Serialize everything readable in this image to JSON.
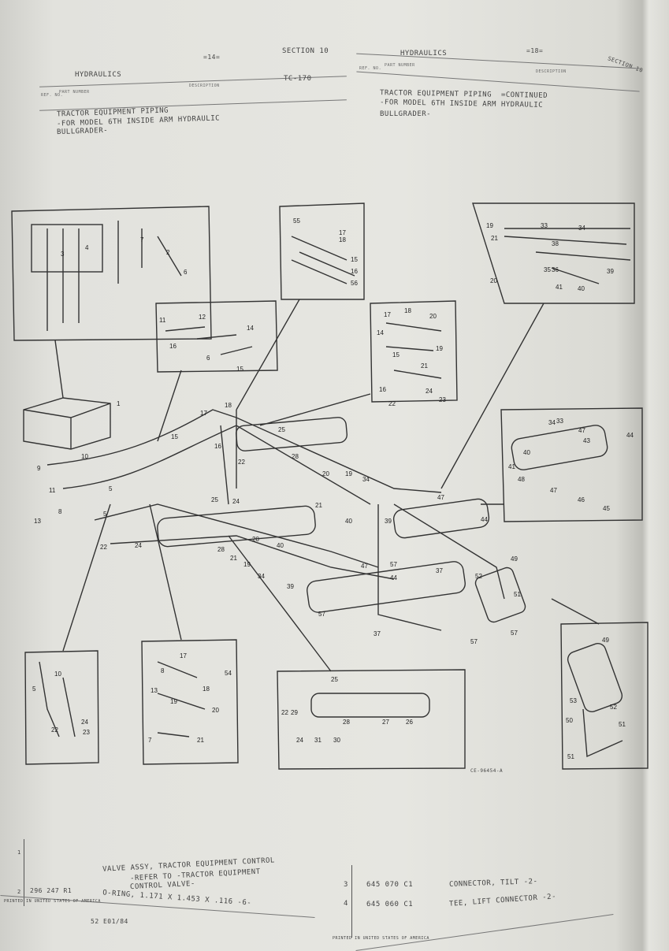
{
  "left_header": {
    "page_marker": "=14=",
    "section": "SECTION 10",
    "title": "HYDRAULICS",
    "col_ref": "REF. NO.",
    "col_part": "PART NUMBER",
    "col_desc": "DESCRIPTION",
    "group_code": "TC-170",
    "heading_lines": [
      "TRACTOR EQUIPMENT PIPING",
      "-FOR MODEL 6TH INSIDE ARM HYDRAULIC",
      "BULLGRADER-"
    ]
  },
  "right_header": {
    "page_marker": "=18=",
    "section": "SECTION 10",
    "title": "HYDRAULICS",
    "col_ref": "REF. NO.",
    "col_part": "PART NUMBER",
    "col_desc": "DESCRIPTION",
    "heading_lines": [
      "TRACTOR EQUIPMENT PIPING  =CONTINUED",
      "-FOR MODEL 6TH INSIDE ARM HYDRAULIC",
      "BULLGRADER-"
    ]
  },
  "diagram": {
    "figure_code": "CE-96454-A",
    "callouts": [
      "55",
      "17",
      "18",
      "15",
      "16",
      "56",
      "19",
      "33",
      "34",
      "21",
      "38",
      "36",
      "35",
      "20",
      "39",
      "41",
      "40",
      "11",
      "12",
      "14",
      "16",
      "6",
      "15",
      "17",
      "18",
      "20",
      "14",
      "19",
      "15",
      "21",
      "16",
      "22",
      "24",
      "23",
      "1",
      "10",
      "9",
      "11",
      "8",
      "13",
      "5",
      "3",
      "4",
      "7",
      "6",
      "2",
      "17",
      "18",
      "15",
      "16",
      "22",
      "25",
      "28",
      "24",
      "20",
      "19",
      "34",
      "21",
      "40",
      "39",
      "47",
      "44",
      "57",
      "37",
      "25",
      "28",
      "20",
      "21",
      "19",
      "34",
      "40",
      "47",
      "39",
      "44",
      "57",
      "37",
      "22",
      "24",
      "5",
      "57",
      "49",
      "51",
      "52",
      "57",
      "34",
      "33",
      "47",
      "43",
      "44",
      "40",
      "41",
      "48",
      "47",
      "46",
      "45",
      "10",
      "5",
      "22",
      "24",
      "23",
      "17",
      "8",
      "54",
      "13",
      "18",
      "19",
      "20",
      "7",
      "21",
      "25",
      "22",
      "29",
      "28",
      "27",
      "26",
      "24",
      "31",
      "30",
      "49",
      "53",
      "50",
      "52",
      "51",
      "51"
    ]
  },
  "parts": {
    "left": [
      {
        "ref": "1",
        "part": "",
        "desc_lines": [
          "VALVE ASSY, TRACTOR EQUIPMENT CONTROL",
          "-REFER TO -TRACTOR EQUIPMENT",
          "CONTROL VALVE-"
        ]
      },
      {
        "ref": "2",
        "part": "296 247 R1",
        "desc_lines": [
          "O-RING, 1.171 X 1.453 X .116 -6-"
        ]
      }
    ],
    "right": [
      {
        "ref": "3",
        "part": "645 070 C1",
        "desc": "CONNECTOR, TILT -2-"
      },
      {
        "ref": "4",
        "part": "645 060 C1",
        "desc": "TEE, LIFT CONNECTOR -2-"
      }
    ]
  },
  "footer": {
    "left_printed": "PRINTED IN UNITED STATES OF AMERICA",
    "left_code": "52 E01/84",
    "right_printed": "PRINTED IN UNITED STATES OF AMERICA"
  }
}
